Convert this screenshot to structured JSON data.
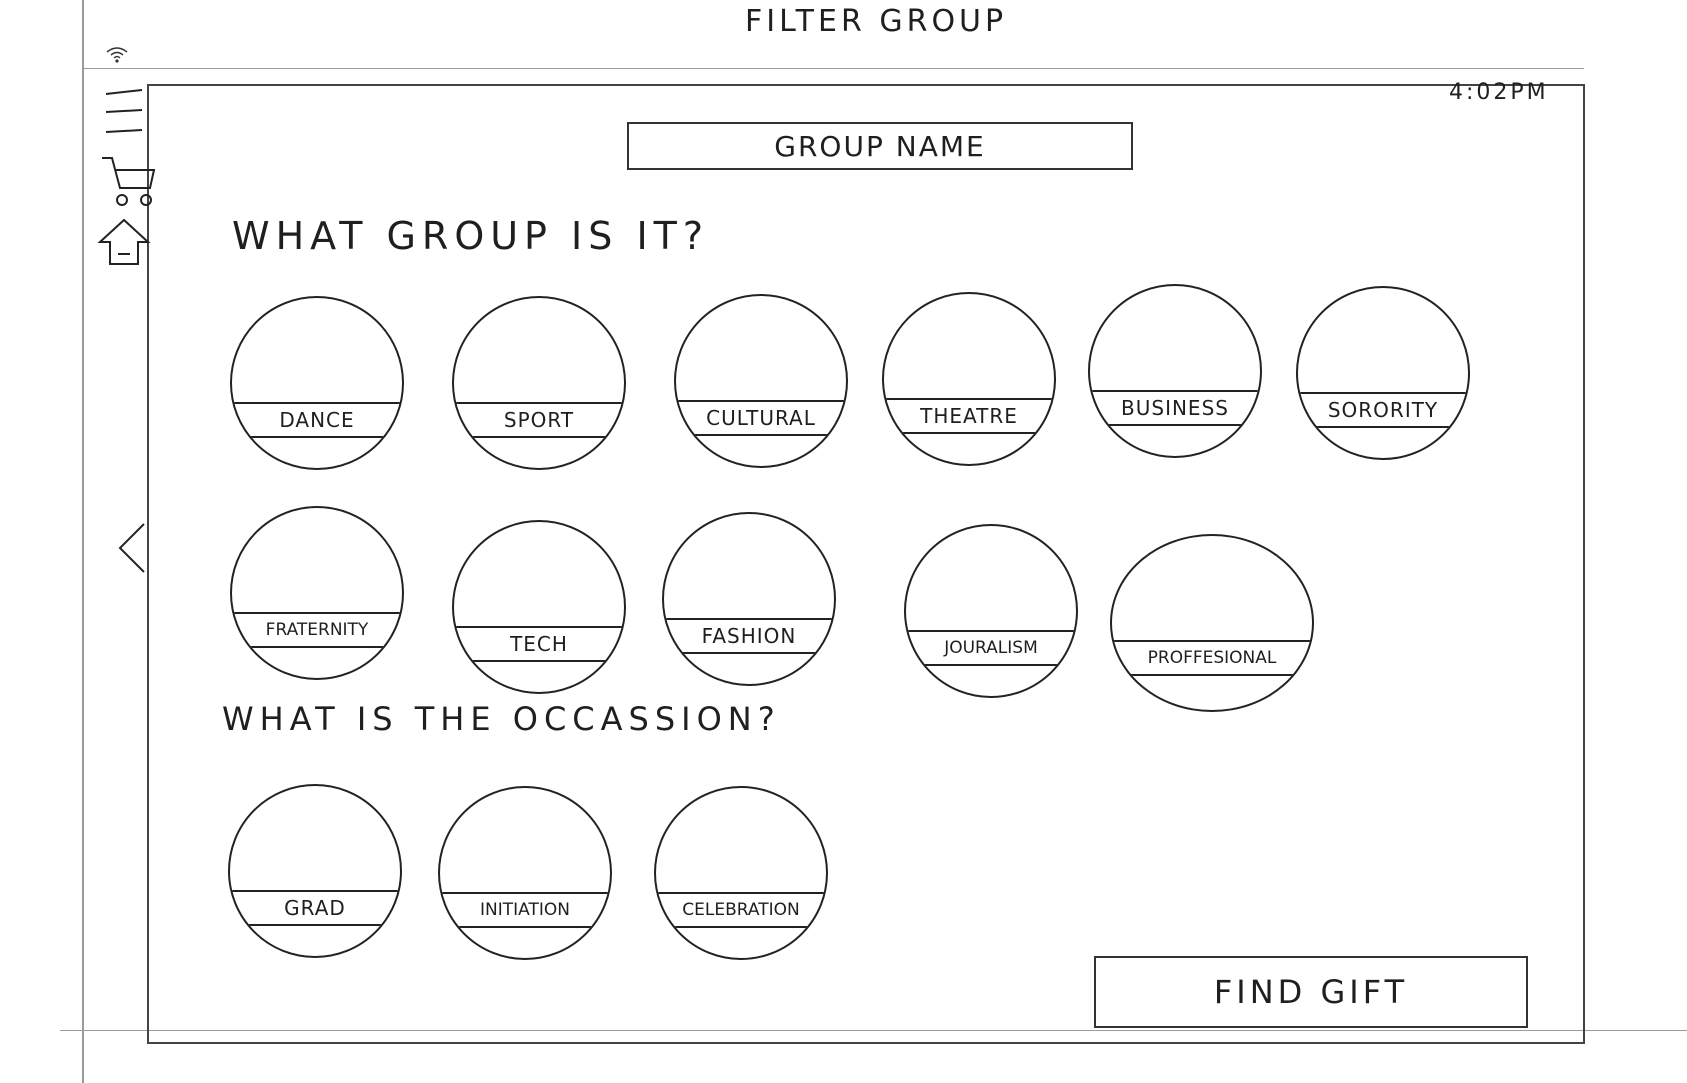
{
  "screen_title": "FILTER GROUP",
  "status": {
    "time": "4:02PM"
  },
  "icons": {
    "wifi": "wifi-icon",
    "menu": "hamburger-menu-icon",
    "cart": "cart-icon",
    "home": "home-icon",
    "back": "back-chevron-icon"
  },
  "group_name_field": {
    "label": "GROUP NAME"
  },
  "group_section": {
    "question": "WHAT GROUP IS IT?",
    "options": [
      "DANCE",
      "SPORT",
      "CULTURAL",
      "THEATRE",
      "BUSINESS",
      "SORORITY",
      "FRATERNITY",
      "TECH",
      "FASHION",
      "JOURALISM",
      "PROFFESIONAL"
    ]
  },
  "occasion_section": {
    "question": "WHAT IS THE OCCASSION?",
    "options": [
      "GRAD",
      "INITIATION",
      "CELEBRATION"
    ]
  },
  "find_gift_button": {
    "label": "FIND GIFT"
  }
}
